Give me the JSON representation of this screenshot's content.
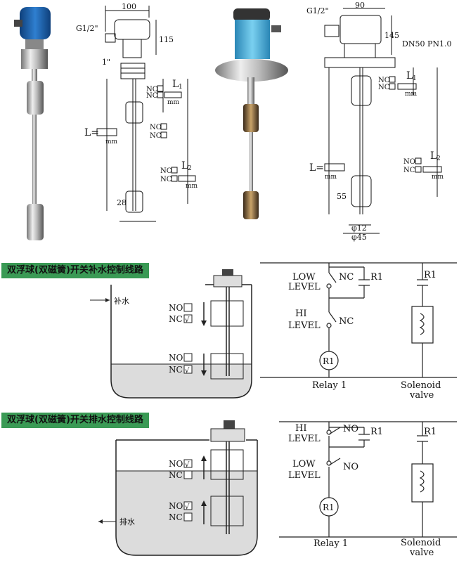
{
  "dim": {
    "d100": "100",
    "g12a": "G1/2\"",
    "d115": "115",
    "one_inch": "1\"",
    "l1": "L",
    "l1_sub": "1",
    "no": "NO",
    "nc": "NC",
    "mm": "mm",
    "l_eq": "L=",
    "l2": "L",
    "l2_sub": "2",
    "d28": "28",
    "d90": "90",
    "g12b": "G1/2\"",
    "d145": "145",
    "dn": "DN50 PN1.0",
    "d55": "55",
    "phi12": "φ12",
    "phi45": "φ45"
  },
  "sec1": {
    "title": "双浮球(双磁簧)开关补水控制线路",
    "inlet": "补水",
    "check": "√"
  },
  "sec2": {
    "title": "双浮球(双磁簧)开关排水控制线路",
    "outlet": "排水",
    "check": "√"
  },
  "circ1": {
    "low1": "LOW",
    "low2": "LEVEL",
    "nc_top": "NC",
    "r1_contact": "R1",
    "hi1": "HI",
    "hi2": "LEVEL",
    "nc_bot": "NC",
    "r1_coil": "R1",
    "r1_right": "R1",
    "relay": "Relay 1",
    "sol1": "Solenoid",
    "sol2": "valve"
  },
  "circ2": {
    "hi1": "HI",
    "hi2": "LEVEL",
    "no_top": "NO",
    "r1_contact": "R1",
    "low1": "LOW",
    "low2": "LEVEL",
    "no_bot": "NO",
    "r1_coil": "R1",
    "r1_right": "R1",
    "relay": "Relay 1",
    "sol1": "Solenoid",
    "sol2": "valve"
  },
  "colors": {
    "title_bg": "#3a9a55",
    "blue_head": "#1f5fa6",
    "water": "#dcdcdc"
  }
}
